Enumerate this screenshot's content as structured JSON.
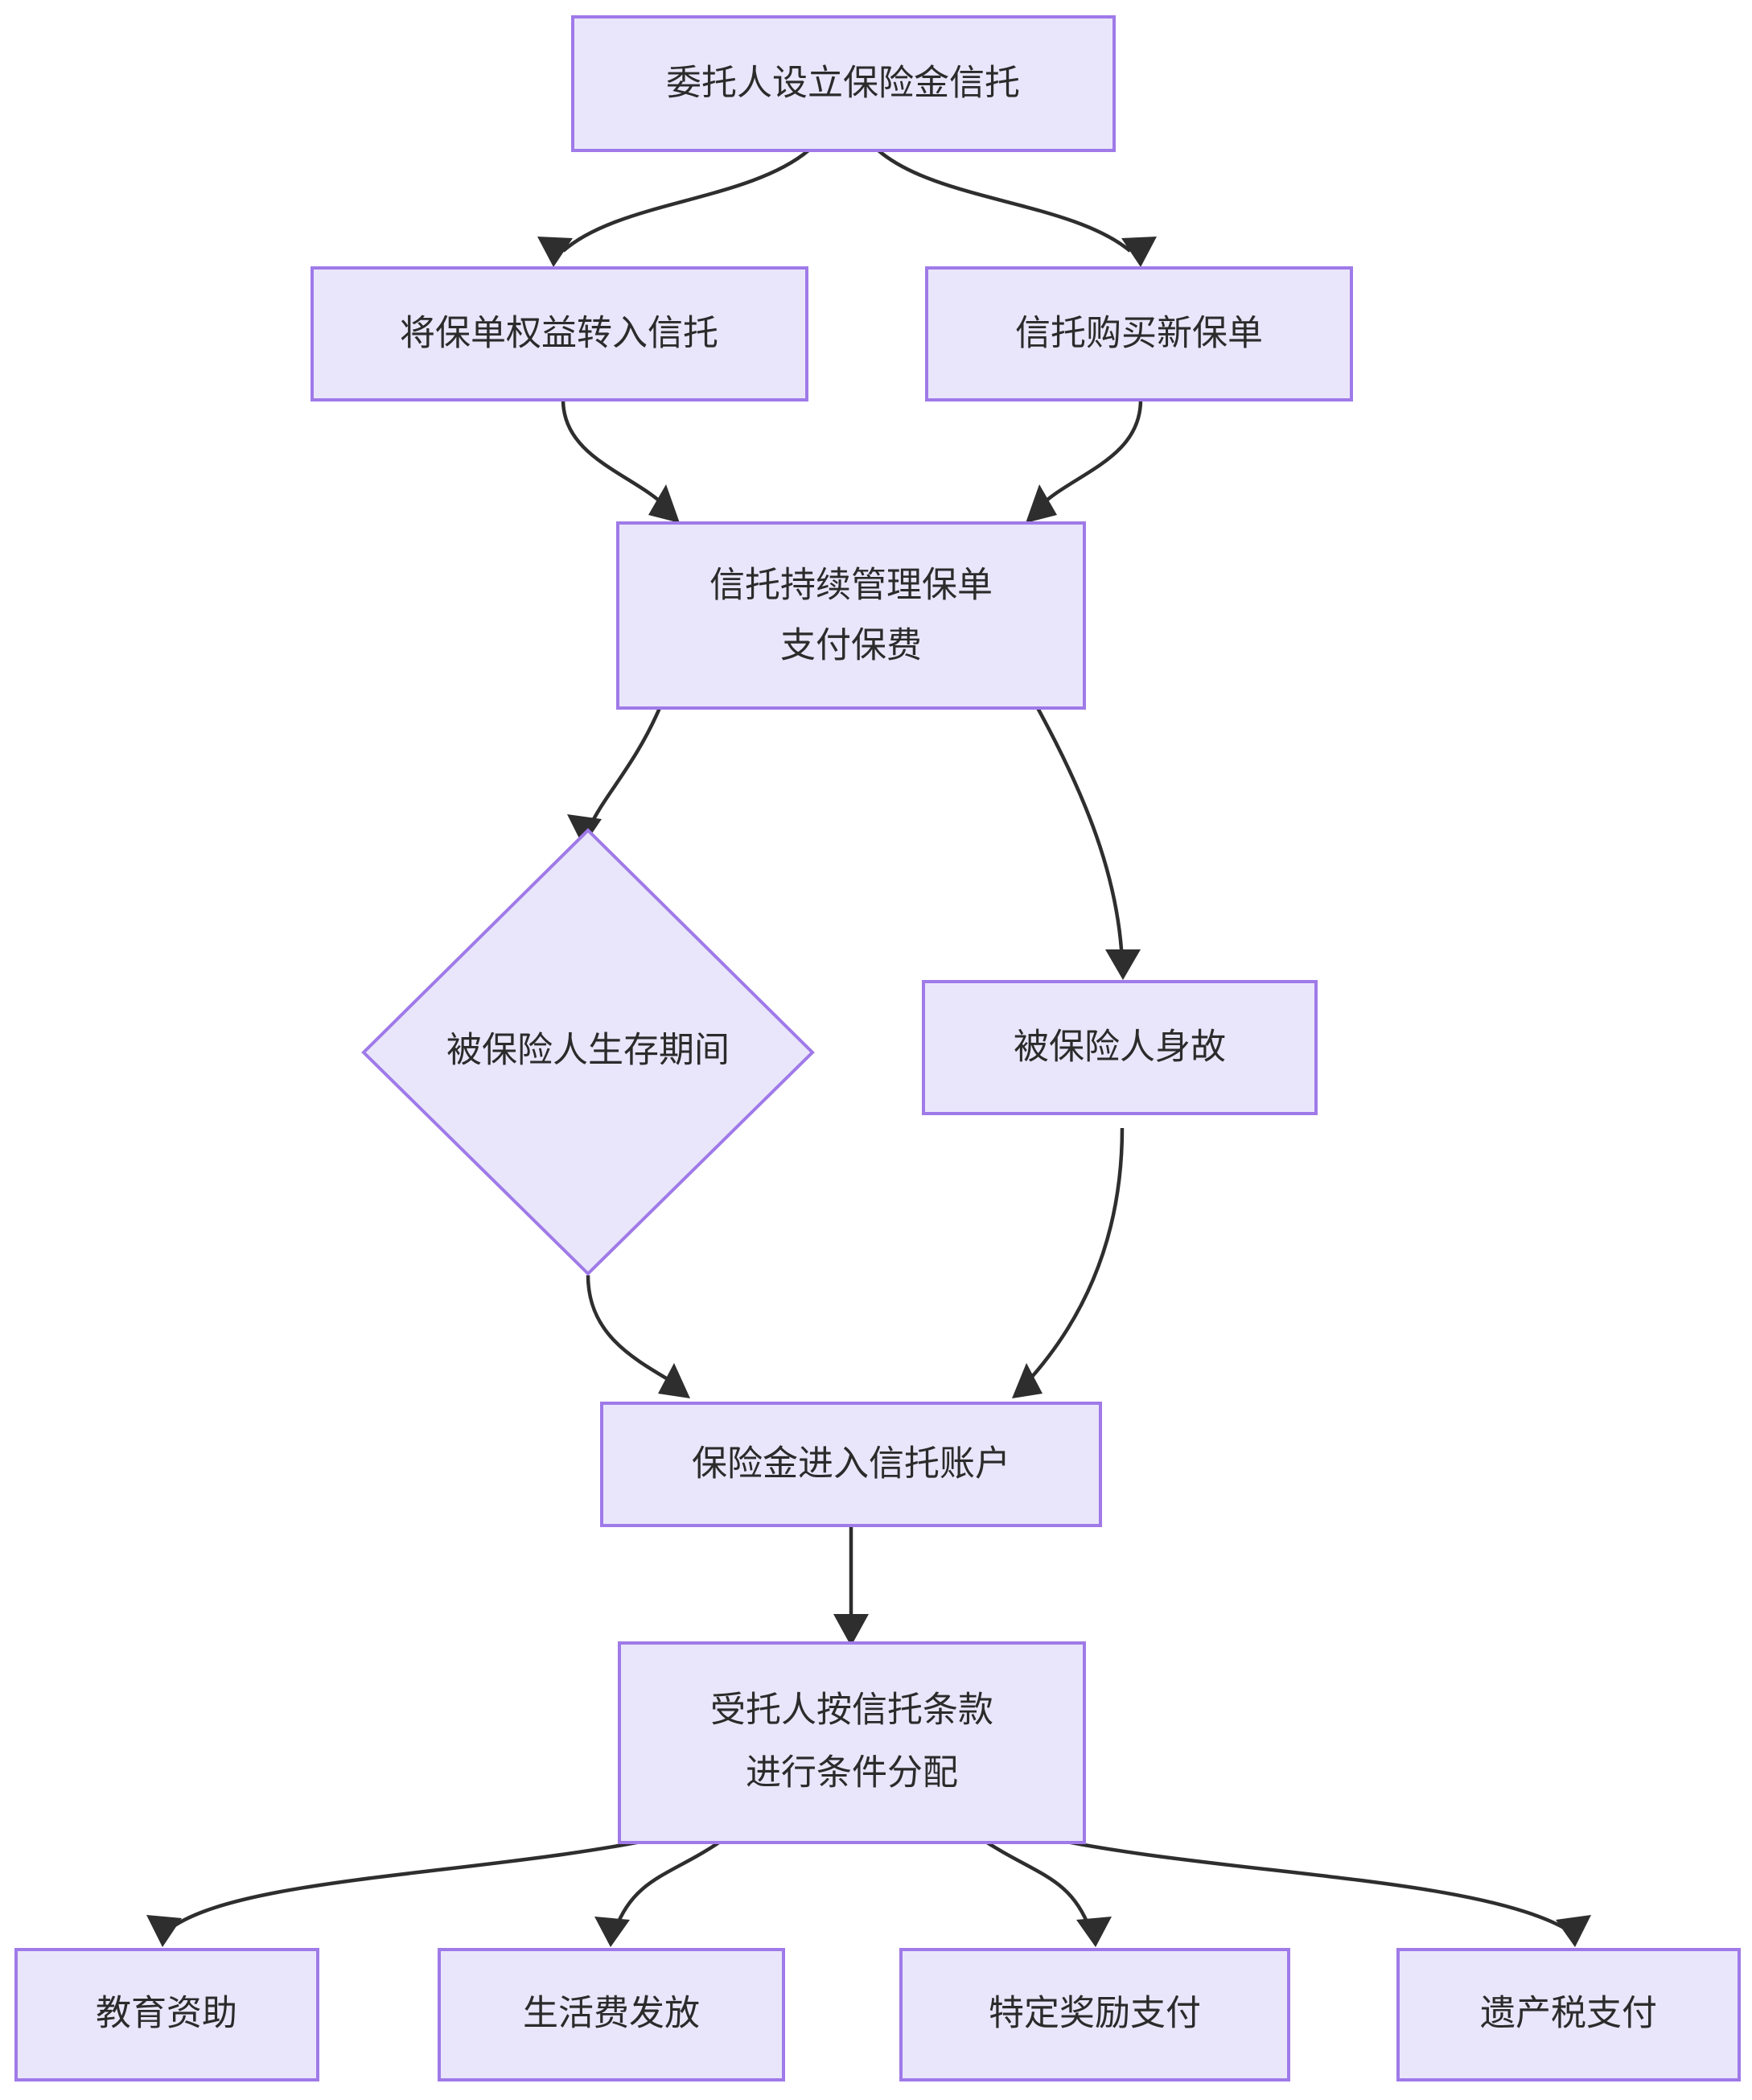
{
  "diagram": {
    "type": "flowchart",
    "orientation": "top-down",
    "title_text": "",
    "theme": {
      "node_fill": "#e9e6fb",
      "node_border": "#9f7ae8",
      "edge_color": "#2e2e2e",
      "text_color": "#2b2b2b",
      "background": "#ffffff"
    },
    "nodes": [
      {
        "id": "n1",
        "shape": "rect",
        "lines": [
          "委托人设立保险金信托"
        ],
        "line1": "委托人设立保险金信托",
        "line2": ""
      },
      {
        "id": "n2",
        "shape": "rect",
        "lines": [
          "将保单权益转入信托"
        ],
        "line1": "将保单权益转入信托",
        "line2": ""
      },
      {
        "id": "n3",
        "shape": "rect",
        "lines": [
          "信托购买新保单"
        ],
        "line1": "信托购买新保单",
        "line2": ""
      },
      {
        "id": "n4",
        "shape": "rect",
        "lines": [
          "信托持续管理保单",
          "支付保费"
        ],
        "line1": "信托持续管理保单",
        "line2": "支付保费"
      },
      {
        "id": "n5",
        "shape": "diamond",
        "lines": [
          "被保险人生存期间"
        ],
        "line1": "被保险人生存期间",
        "line2": ""
      },
      {
        "id": "n6",
        "shape": "rect",
        "lines": [
          "被保险人身故"
        ],
        "line1": "被保险人身故",
        "line2": ""
      },
      {
        "id": "n7",
        "shape": "rect",
        "lines": [
          "保险金进入信托账户"
        ],
        "line1": "保险金进入信托账户",
        "line2": ""
      },
      {
        "id": "n8",
        "shape": "rect",
        "lines": [
          "受托人按信托条款",
          "进行条件分配"
        ],
        "line1": "受托人按信托条款",
        "line2": "进行条件分配"
      },
      {
        "id": "n9",
        "shape": "rect",
        "lines": [
          "教育资助"
        ],
        "line1": "教育资助",
        "line2": ""
      },
      {
        "id": "n10",
        "shape": "rect",
        "lines": [
          "生活费发放"
        ],
        "line1": "生活费发放",
        "line2": ""
      },
      {
        "id": "n11",
        "shape": "rect",
        "lines": [
          "特定奖励支付"
        ],
        "line1": "特定奖励支付",
        "line2": ""
      },
      {
        "id": "n12",
        "shape": "rect",
        "lines": [
          "遗产税支付"
        ],
        "line1": "遗产税支付",
        "line2": ""
      }
    ],
    "edges": [
      {
        "from": "n1",
        "to": "n2",
        "label": ""
      },
      {
        "from": "n1",
        "to": "n3",
        "label": ""
      },
      {
        "from": "n2",
        "to": "n4",
        "label": ""
      },
      {
        "from": "n3",
        "to": "n4",
        "label": ""
      },
      {
        "from": "n4",
        "to": "n5",
        "label": ""
      },
      {
        "from": "n4",
        "to": "n6",
        "label": ""
      },
      {
        "from": "n5",
        "to": "n7",
        "label": ""
      },
      {
        "from": "n6",
        "to": "n7",
        "label": ""
      },
      {
        "from": "n7",
        "to": "n8",
        "label": ""
      },
      {
        "from": "n8",
        "to": "n9",
        "label": ""
      },
      {
        "from": "n8",
        "to": "n10",
        "label": ""
      },
      {
        "from": "n8",
        "to": "n11",
        "label": ""
      },
      {
        "from": "n8",
        "to": "n12",
        "label": ""
      }
    ]
  }
}
